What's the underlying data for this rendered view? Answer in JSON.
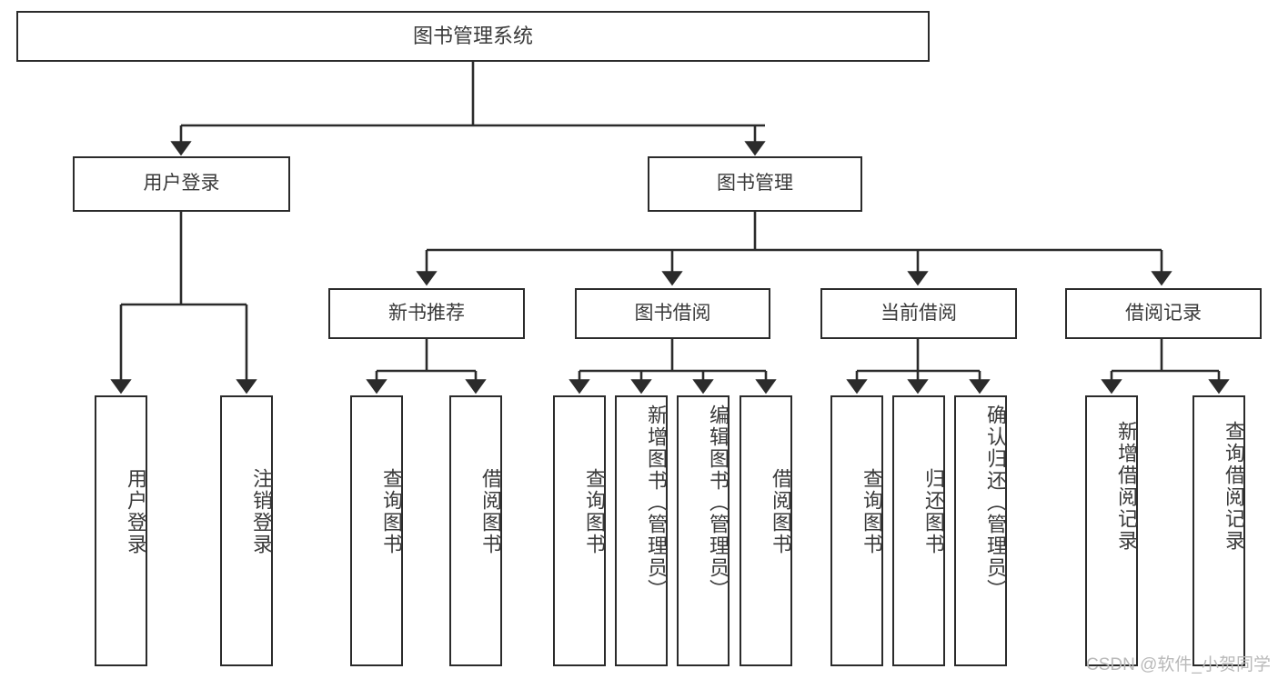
{
  "diagram": {
    "title": "图书管理系统",
    "type": "tree-hierarchy",
    "watermark": "CSDN @软件_小贺同学",
    "colors": {
      "stroke": "#2b2b2b",
      "text": "#3a3a3a",
      "background": "#ffffff",
      "watermark": "#b9b9b9"
    },
    "nodes": {
      "root": {
        "label": "图书管理系统"
      },
      "level2": [
        {
          "id": "user-login",
          "label": "用户登录"
        },
        {
          "id": "book-management",
          "label": "图书管理"
        }
      ],
      "level3": [
        {
          "id": "new-book-recommend",
          "label": "新书推荐"
        },
        {
          "id": "book-borrow",
          "label": "图书借阅"
        },
        {
          "id": "current-borrow",
          "label": "当前借阅"
        },
        {
          "id": "borrow-record",
          "label": "借阅记录"
        }
      ],
      "leaves": [
        {
          "id": "leaf-user-login",
          "label": "用户登录",
          "parent": "user-login"
        },
        {
          "id": "leaf-logout",
          "label": "注销登录",
          "parent": "user-login"
        },
        {
          "id": "leaf-query-book-1",
          "label": "查询图书",
          "parent": "new-book-recommend"
        },
        {
          "id": "leaf-borrow-book-1",
          "label": "借阅图书",
          "parent": "new-book-recommend"
        },
        {
          "id": "leaf-query-book-2",
          "label": "查询图书",
          "parent": "book-borrow"
        },
        {
          "id": "leaf-add-book",
          "label": "新增图书（管理员）",
          "parent": "book-borrow"
        },
        {
          "id": "leaf-edit-book",
          "label": "编辑图书（管理员）",
          "parent": "book-borrow"
        },
        {
          "id": "leaf-borrow-book-2",
          "label": "借阅图书",
          "parent": "book-borrow"
        },
        {
          "id": "leaf-query-book-3",
          "label": "查询图书",
          "parent": "current-borrow"
        },
        {
          "id": "leaf-return-book",
          "label": "归还图书",
          "parent": "current-borrow"
        },
        {
          "id": "leaf-confirm-return",
          "label": "确认归还（管理员）",
          "parent": "current-borrow"
        },
        {
          "id": "leaf-add-record",
          "label": "新增借阅记录",
          "parent": "borrow-record"
        },
        {
          "id": "leaf-query-record",
          "label": "查询借阅记录",
          "parent": "borrow-record"
        }
      ]
    }
  }
}
